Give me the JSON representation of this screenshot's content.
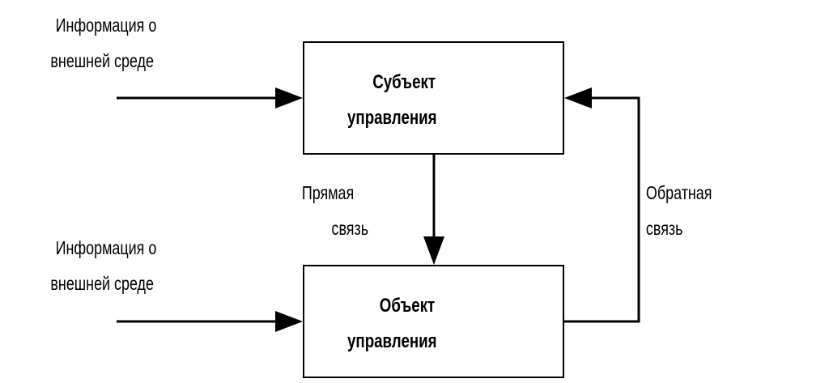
{
  "inputs": {
    "top": {
      "line1": "Информация о",
      "line2": "внешней среде"
    },
    "bottom": {
      "line1": "Информация о",
      "line2": "внешней среде"
    }
  },
  "subject_box": {
    "line1": "Субъект",
    "line2": "управления"
  },
  "object_box": {
    "line1": "Объект",
    "line2": "управления"
  },
  "direct_link": {
    "line1": "Прямая",
    "line2": "связь"
  },
  "feedback_link": {
    "line1": "Обратная",
    "line2": "связь"
  }
}
